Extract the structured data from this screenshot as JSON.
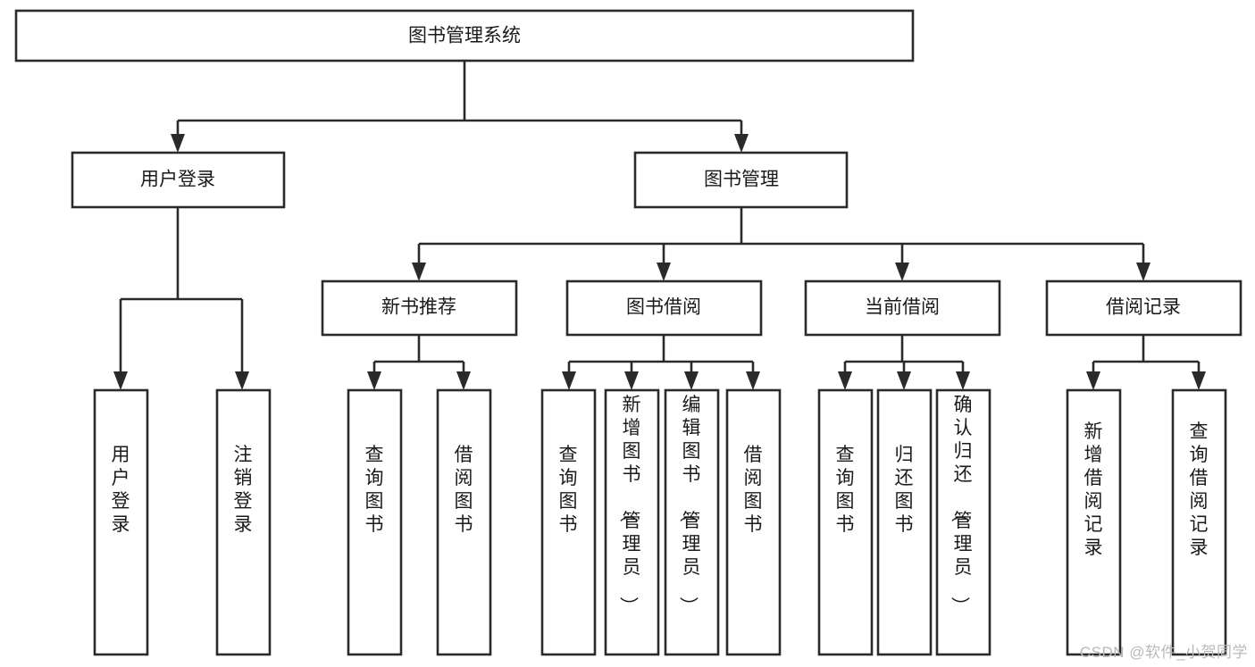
{
  "diagram": {
    "type": "tree-hierarchy",
    "title": "图书管理系统",
    "watermark": "CSDN @软件_小贺同学",
    "colors": {
      "stroke": "#2a2a2a",
      "fill": "#ffffff",
      "text": "#1a1a1a",
      "watermark": "#b9b9b9"
    },
    "levels": {
      "level1": [
        {
          "id": "root",
          "label": "图书管理系统",
          "orientation": "horizontal"
        }
      ],
      "level2": [
        {
          "id": "user-login",
          "label": "用户登录",
          "orientation": "horizontal"
        },
        {
          "id": "book-manage",
          "label": "图书管理",
          "orientation": "horizontal"
        }
      ],
      "level3": [
        {
          "id": "new-book-rec",
          "label": "新书推荐",
          "orientation": "horizontal",
          "parent": "book-manage"
        },
        {
          "id": "book-borrow",
          "label": "图书借阅",
          "orientation": "horizontal",
          "parent": "book-manage"
        },
        {
          "id": "current-borrow",
          "label": "当前借阅",
          "orientation": "horizontal",
          "parent": "book-manage"
        },
        {
          "id": "borrow-record",
          "label": "借阅记录",
          "orientation": "horizontal",
          "parent": "book-manage"
        }
      ],
      "leaves": [
        {
          "id": "leaf-user-login",
          "label": "用户登录",
          "orientation": "vertical",
          "parent": "user-login"
        },
        {
          "id": "leaf-logout",
          "label": "注销登录",
          "orientation": "vertical",
          "parent": "user-login"
        },
        {
          "id": "leaf-query-book-1",
          "label": "查询图书",
          "orientation": "vertical",
          "parent": "new-book-rec"
        },
        {
          "id": "leaf-borrow-book-1",
          "label": "借阅图书",
          "orientation": "vertical",
          "parent": "new-book-rec"
        },
        {
          "id": "leaf-query-book-2",
          "label": "查询图书",
          "orientation": "vertical",
          "parent": "book-borrow"
        },
        {
          "id": "leaf-add-book",
          "label": "新增图书（管理员）",
          "orientation": "vertical",
          "parent": "book-borrow"
        },
        {
          "id": "leaf-edit-book",
          "label": "编辑图书（管理员）",
          "orientation": "vertical",
          "parent": "book-borrow"
        },
        {
          "id": "leaf-borrow-book-2",
          "label": "借阅图书",
          "orientation": "vertical",
          "parent": "book-borrow"
        },
        {
          "id": "leaf-query-book-3",
          "label": "查询图书",
          "orientation": "vertical",
          "parent": "current-borrow"
        },
        {
          "id": "leaf-return-book",
          "label": "归还图书",
          "orientation": "vertical",
          "parent": "current-borrow"
        },
        {
          "id": "leaf-confirm-return",
          "label": "确认归还（管理员）",
          "orientation": "vertical",
          "parent": "current-borrow"
        },
        {
          "id": "leaf-add-record",
          "label": "新增借阅记录",
          "orientation": "vertical",
          "parent": "borrow-record"
        },
        {
          "id": "leaf-query-record",
          "label": "查询借阅记录",
          "orientation": "vertical",
          "parent": "borrow-record"
        }
      ]
    }
  }
}
